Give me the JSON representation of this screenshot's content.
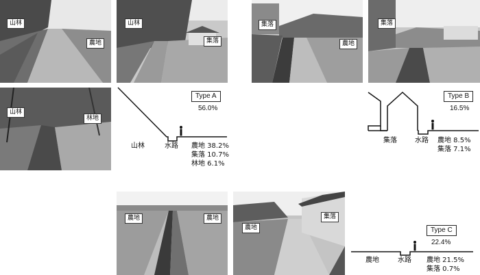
{
  "photos": {
    "p1": {
      "tags": [
        "山林",
        "農地"
      ]
    },
    "p2": {
      "tags": [
        "山林",
        "集落"
      ]
    },
    "p3": {
      "tags": [
        "集落",
        "農地"
      ]
    },
    "p4": {
      "tags": [
        "集落"
      ]
    },
    "p5": {
      "tags": [
        "山林",
        "林地"
      ]
    },
    "p6": {
      "tags": [
        "農地",
        "農地"
      ]
    },
    "p7": {
      "tags": [
        "農地",
        "集落"
      ]
    }
  },
  "types": [
    {
      "name": "Type A",
      "share": "56.0%",
      "left_label": "山林",
      "channel_label": "水路",
      "items": [
        "農地 38.2%",
        "集落 10.7%",
        "林地 6.1%"
      ]
    },
    {
      "name": "Type B",
      "share": "16.5%",
      "left_label": "集落",
      "channel_label": "水路",
      "items": [
        "農地 8.5%",
        "集落 7.1%"
      ]
    },
    {
      "name": "Type C",
      "share": "22.4%",
      "left_label": "農地",
      "channel_label": "水路",
      "items": [
        "農地 21.5%",
        "集落 0.7%"
      ]
    }
  ]
}
